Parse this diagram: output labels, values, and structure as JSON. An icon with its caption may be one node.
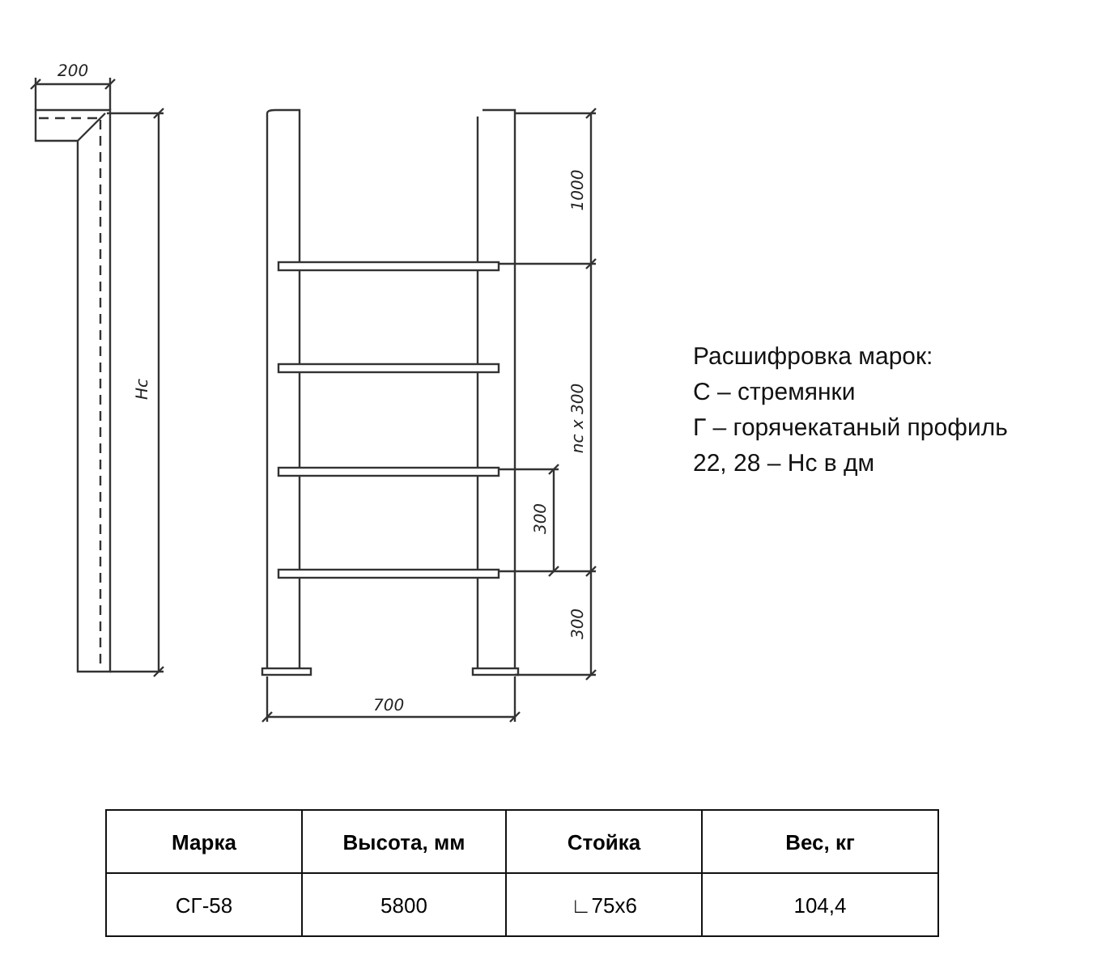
{
  "diagram": {
    "labels": [
      "200",
      "Нс",
      "1000",
      "nс x 300",
      "300",
      "300",
      "700",
      "Расшифровка марок:",
      "С – стремянки",
      "Г – горячекатаный профиль",
      "22, 28 – Нс в дм",
      "Марка",
      "Высота, мм",
      "Стойка",
      "Вес, кг",
      "СГ-58",
      "5800",
      "∟75x6",
      "104,4"
    ]
  }
}
